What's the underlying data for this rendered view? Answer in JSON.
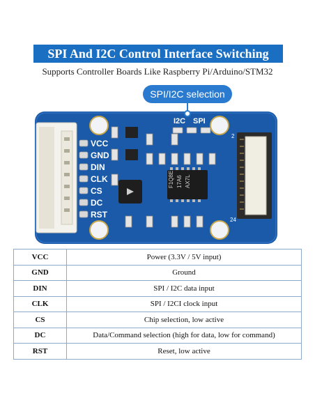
{
  "title": "SPI And I2C Control Interface Switching",
  "subtitle": "Supports Controller Boards Like Raspberry Pi/Arduino/STM32",
  "callout": "SPI/I2C selection",
  "board": {
    "selector_labels": [
      "I2C",
      "SPI"
    ],
    "pin_labels": [
      "VCC",
      "GND",
      "DIN",
      "CLK",
      "CS",
      "DC",
      "RST"
    ],
    "chip_text": [
      "F1Q8E",
      "17A6",
      "AX7L"
    ],
    "connector_marks": [
      "2",
      "24"
    ]
  },
  "colors": {
    "banner": "#1b6fc2",
    "board": "#1a5aa8",
    "table_border": "#8da9c9"
  },
  "pins": [
    {
      "name": "VCC",
      "desc": "Power (3.3V / 5V input)"
    },
    {
      "name": "GND",
      "desc": "Ground"
    },
    {
      "name": "DIN",
      "desc": "SPI / I2C data input"
    },
    {
      "name": "CLK",
      "desc": "SPI / I2CI clock input"
    },
    {
      "name": "CS",
      "desc": "Chip selection, low active"
    },
    {
      "name": "DC",
      "desc": "Data/Command selection (high for data, low for command)"
    },
    {
      "name": "RST",
      "desc": "Reset, low active"
    }
  ]
}
